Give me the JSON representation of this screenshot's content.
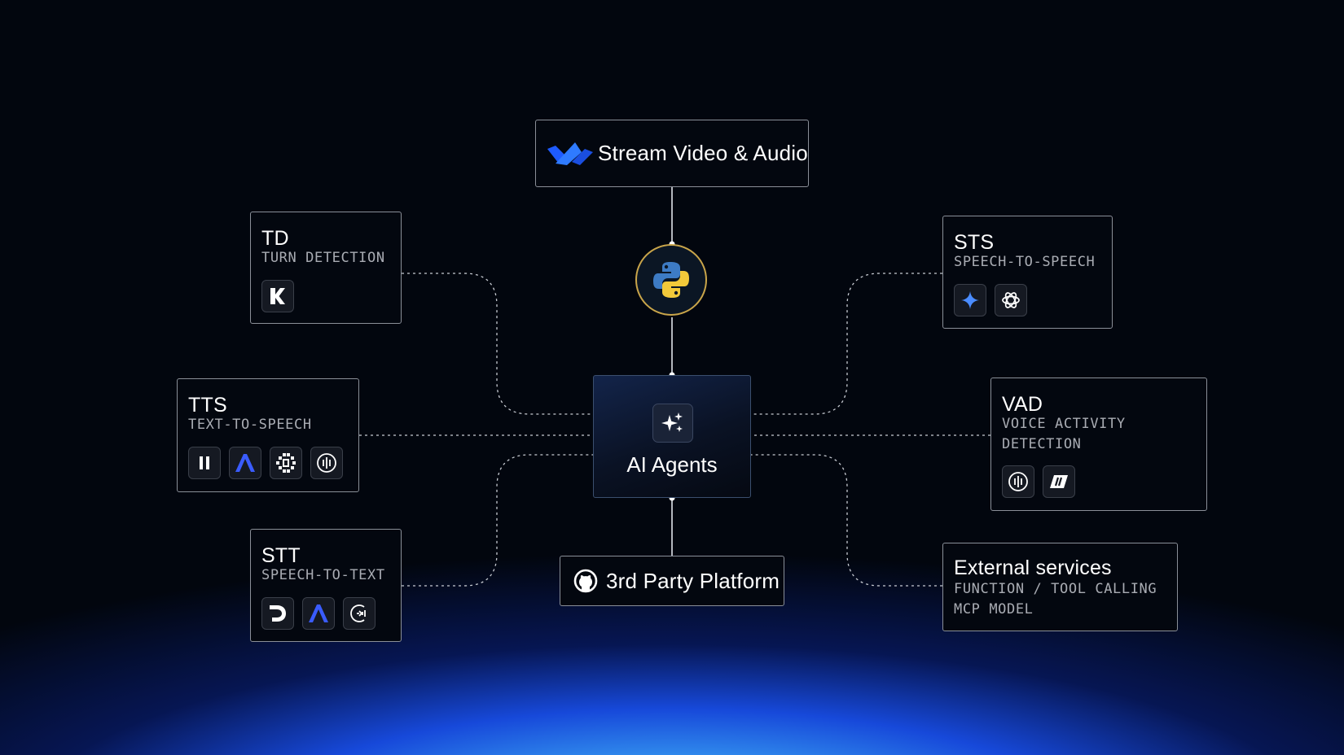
{
  "top": {
    "label": "Stream Video & Audio",
    "logo": "stream-logo"
  },
  "center": {
    "label": "AI Agents",
    "icon": "sparkles-icon"
  },
  "python": {
    "icon": "python-logo"
  },
  "bottom": {
    "label": "3rd Party Platform",
    "icon": "github-icon"
  },
  "left": [
    {
      "id": "td",
      "title": "TD",
      "subtitle": "TURN DETECTION",
      "icons": [
        "kaggle-k-icon"
      ]
    },
    {
      "id": "tts",
      "title": "TTS",
      "subtitle": "TEXT-TO-SPEECH",
      "icons": [
        "pause-bars-icon",
        "lambda-a-icon",
        "pixel-mark-icon",
        "waveform-circle-icon"
      ]
    },
    {
      "id": "stt",
      "title": "STT",
      "subtitle": "SPEECH-TO-TEXT",
      "icons": [
        "deepgram-d-icon",
        "lambda-a-icon",
        "moon-wave-icon"
      ]
    }
  ],
  "right": [
    {
      "id": "sts",
      "title": "STS",
      "subtitle": "SPEECH-TO-SPEECH",
      "icons": [
        "gemini-star-icon",
        "openai-knot-icon"
      ]
    },
    {
      "id": "vad",
      "title": "VAD",
      "subtitle_lines": [
        "VOICE ACTIVITY",
        "DETECTION"
      ],
      "icons": [
        "waveform-circle-icon",
        "slash-logo-icon"
      ]
    },
    {
      "id": "ext",
      "title": "External services",
      "subtitle_lines": [
        "FUNCTION / TOOL CALLING",
        "MCP MODEL"
      ]
    }
  ],
  "colors": {
    "background": "#02060e",
    "border": "#8a8f98",
    "accent_blue": "#2f7bff",
    "python_ring": "#c9a54a"
  }
}
